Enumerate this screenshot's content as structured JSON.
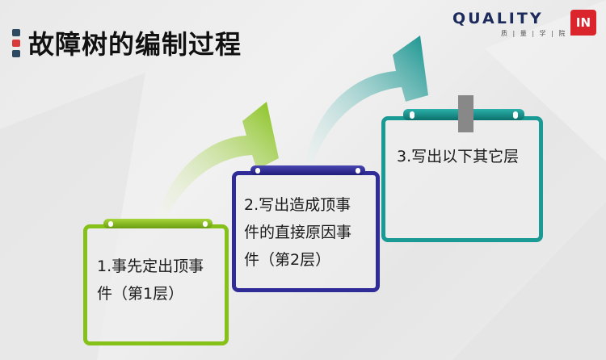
{
  "slide": {
    "title": "故障树的编制过程",
    "title_bullet_colors": [
      "#2e4a62",
      "#d9393b",
      "#2e4a62"
    ]
  },
  "logo": {
    "wordmark": "QUALITY",
    "badge": "IN",
    "subtitle": "质 | 量 | 学 | 院",
    "colors": {
      "wordmark": "#1d2b5c",
      "badge": "#d9252b"
    }
  },
  "steps": [
    {
      "label": "1.事先定出顶事件（第1层）",
      "lines": [
        "1.事先定出顶事",
        "件（第1层）"
      ],
      "color": "#86c11a"
    },
    {
      "label": "2.写出造成顶事件的直接原因事件（第2层）",
      "lines": [
        "2.写出造成顶事",
        "件的直接原因事",
        "件（第2层）"
      ],
      "color": "#2f2c97"
    },
    {
      "label": "3.写出以下其它层",
      "lines": [
        "3.写出以下其它层"
      ],
      "color": "#1a9a95"
    }
  ],
  "arrows": [
    {
      "from": 1,
      "to": 2,
      "color": "#8cc21f"
    },
    {
      "from": 2,
      "to": 3,
      "color": "#1a9a95"
    }
  ]
}
